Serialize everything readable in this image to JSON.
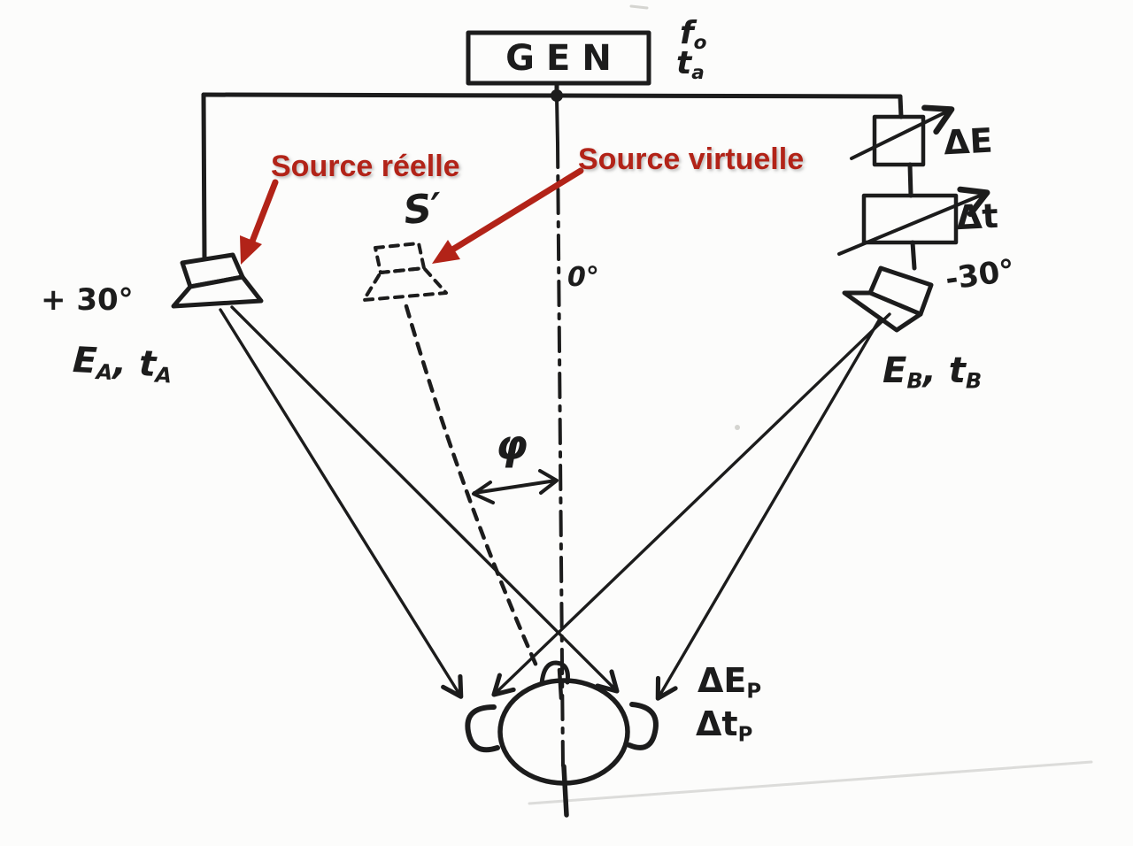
{
  "colors": {
    "ink": "#1c1c1c",
    "accent_red": "#b22318",
    "paper": "#fcfcfb"
  },
  "annotations": {
    "source_real": [
      {
        "t": "Source réelle"
      }
    ],
    "source_virtual": [
      {
        "t": "Source virtuelle"
      }
    ]
  },
  "generator": {
    "box_label": [
      {
        "t": "GEN"
      }
    ],
    "frequency": [
      {
        "t": "f"
      },
      {
        "t": "o",
        "sub": true
      }
    ],
    "time": [
      {
        "t": "t"
      },
      {
        "t": "a",
        "sub": true
      }
    ]
  },
  "right_channel": {
    "level_difference": [
      {
        "t": "ΔE"
      }
    ],
    "time_difference": [
      {
        "t": "Δt"
      }
    ]
  },
  "left_speaker": {
    "angle": [
      {
        "t": "+ 30°"
      }
    ],
    "signal": [
      {
        "t": "E"
      },
      {
        "t": "A",
        "sub": true
      },
      {
        "t": ", t"
      },
      {
        "t": "A",
        "sub": true
      }
    ]
  },
  "right_speaker": {
    "angle": [
      {
        "t": "-30°"
      }
    ],
    "signal": [
      {
        "t": "E"
      },
      {
        "t": "B",
        "sub": true
      },
      {
        "t": ", t"
      },
      {
        "t": "B",
        "sub": true
      }
    ]
  },
  "virtual_source": {
    "name": [
      {
        "t": "S′"
      }
    ]
  },
  "axis": {
    "zero_deg": [
      {
        "t": "0°"
      }
    ],
    "phi": [
      {
        "t": "φ"
      }
    ]
  },
  "listener": {
    "level_difference": [
      {
        "t": "ΔE"
      },
      {
        "t": "P",
        "sub": true
      }
    ],
    "time_difference": [
      {
        "t": "Δt"
      },
      {
        "t": "P",
        "sub": true
      }
    ]
  }
}
